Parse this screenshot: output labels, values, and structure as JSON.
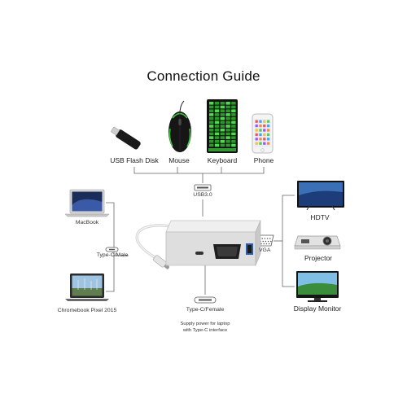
{
  "title": "Connection Guide",
  "devices": {
    "top": [
      {
        "label": "USB Flash Disk",
        "icon": "usb-flash-disk-icon"
      },
      {
        "label": "Mouse",
        "icon": "mouse-icon"
      },
      {
        "label": "Keyboard",
        "icon": "keyboard-icon"
      },
      {
        "label": "Phone",
        "icon": "phone-icon"
      }
    ],
    "left": [
      {
        "label": "MacBook",
        "icon": "macbook-icon"
      },
      {
        "label": "Chromebook Pixel 2015",
        "icon": "chromebook-icon"
      }
    ],
    "right": [
      {
        "label": "HDTV",
        "icon": "hdtv-icon"
      },
      {
        "label": "Projector",
        "icon": "projector-icon"
      },
      {
        "label": "Display Monitor",
        "icon": "display-monitor-icon"
      }
    ]
  },
  "ports": {
    "usb": "USB3.0",
    "type_c_male": "Type-C/Male",
    "vga": "VGA",
    "type_c_female": "Type-C/Female"
  },
  "note_line1": "Supply power for laptop",
  "note_line2": "with Type-C interface",
  "colors": {
    "accent_green": "#3fd03f",
    "line": "#666666"
  }
}
